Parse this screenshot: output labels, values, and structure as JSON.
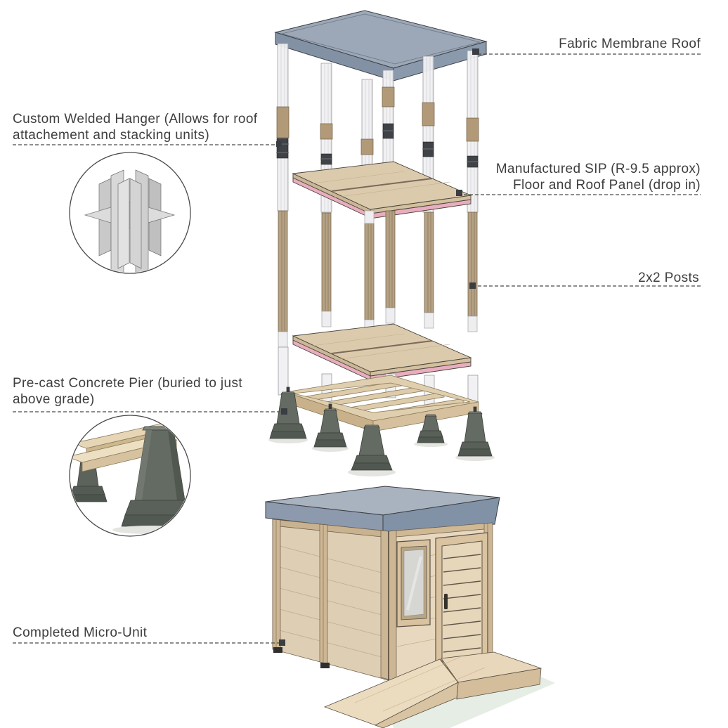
{
  "page": {
    "background": "#ffffff"
  },
  "callouts": {
    "fabric_roof": {
      "text": "Fabric Membrane Roof"
    },
    "welded_hanger": {
      "line1": "Custom Welded Hanger (Allows for roof",
      "line2": "attachement and stacking units)"
    },
    "sip_panel": {
      "line1": "Manufactured SIP (R-9.5 approx)",
      "line2": "Floor and Roof Panel (drop in)"
    },
    "posts": {
      "text": "2x2 Posts"
    },
    "concrete_pier": {
      "line1": "Pre-cast Concrete Pier (buried to just",
      "line2": "above grade)"
    },
    "completed_unit": {
      "text": "Completed Micro-Unit"
    }
  },
  "colors": {
    "label_text": "#3e3e3e",
    "leader_line": "#4a4a4a",
    "roof_membrane": "#9ca8b7",
    "cabin_roof": "#a9b3c0",
    "sip_pink_edge": "#e8aebf",
    "panel_wood": "#dccaad",
    "post_wood": "#b5a183",
    "frame_wood": "#e0cfae",
    "concrete": "#646b62",
    "steel": "#d8d8d8",
    "wall_wood": "#e7d8bf",
    "ramp_wood": "#ebdcc0"
  }
}
